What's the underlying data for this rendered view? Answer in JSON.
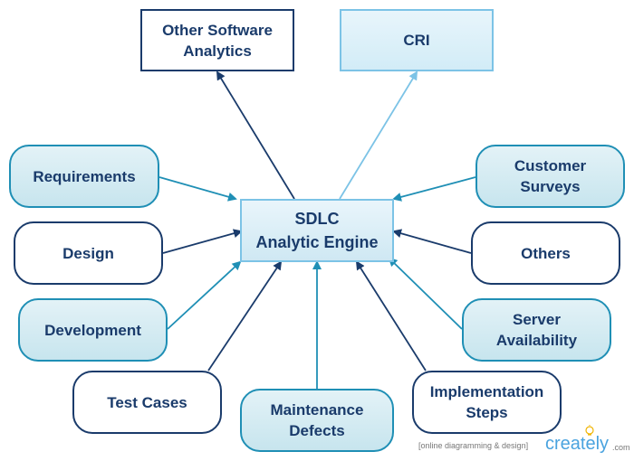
{
  "nodes": {
    "center": "SDLC\nAnalytic Engine",
    "other_software_analytics": "Other Software\nAnalytics",
    "cri": "CRI",
    "requirements": "Requirements",
    "design": "Design",
    "development": "Development",
    "test_cases": "Test Cases",
    "maintenance_defects": "Maintenance\nDefects",
    "implementation_steps": "Implementation\nSteps",
    "server_availability": "Server\nAvailability",
    "others": "Others",
    "customer_surveys": "Customer\nSurveys"
  },
  "colors": {
    "dark_navy": "#1a3b6b",
    "teal": "#1f8fb5",
    "light_blue": "#7cc3e6"
  },
  "watermark": {
    "tagline": "[online diagramming & design]",
    "logo": "creately",
    "suffix": ".com"
  }
}
